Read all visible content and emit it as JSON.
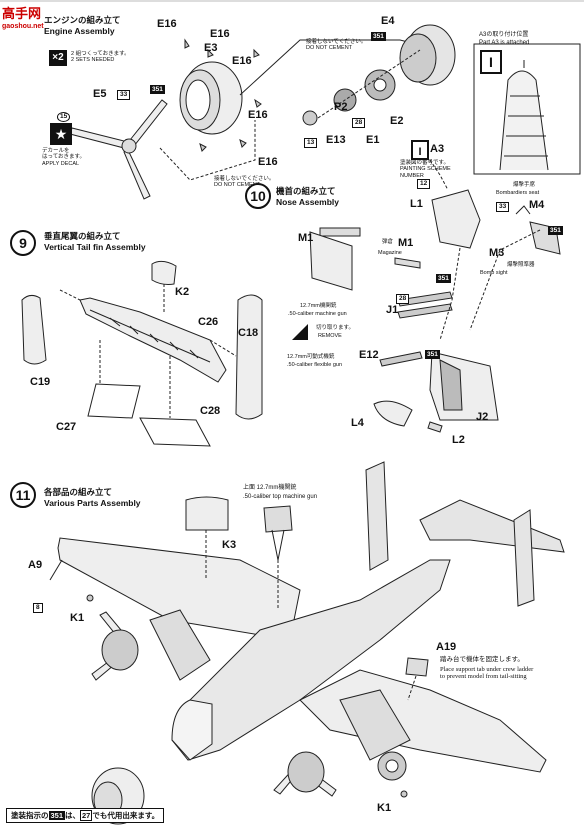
{
  "watermark": {
    "text": "高手网",
    "url": "gaoshou.net"
  },
  "step_engine": {
    "title_jp": "エンジンの組み立て",
    "title_en": "Engine Assembly"
  },
  "step9": {
    "number": "9",
    "title_jp": "垂直尾翼の組み立て",
    "title_en": "Vertical Tail fin Assembly"
  },
  "step10": {
    "number": "10",
    "title_jp": "機首の組み立て",
    "title_en": "Nose Assembly"
  },
  "step11": {
    "number": "11",
    "title_jp": "各部品の組み立て",
    "title_en": "Various Parts Assembly"
  },
  "x2": {
    "badge": "×2",
    "text": "2 組つくっておきます。\n2 SETS NEEDED"
  },
  "decal": {
    "text": "デカールを\nはっておきます。\nAPPLY DECAL",
    "number": "15"
  },
  "no_cement_top": "接着しないでください。\nDO NOT CEMENT",
  "no_cement_mid": "接着しないでください。\nDO NOT CEMENT",
  "painting_scheme": "塗装図の番号です。\nPAINTING SCHEME\nNUMBER",
  "a3_box": {
    "jp": "A3の取り付け位置",
    "en": "Part A3 is attached"
  },
  "bombardier_seat": {
    "jp": "爆撃手席",
    "en": "Bombardiers seat"
  },
  "bomb_sight": {
    "jp": "爆撃照準器",
    "en": "Bomb sight"
  },
  "magazine": {
    "jp": "弾倉",
    "en": "Magazine"
  },
  "mg_1": {
    "jp": "12.7mm機関銃",
    "en": ".50-caliber machine gun"
  },
  "remove": {
    "jp": "切り取ります。",
    "en": "REMOVE"
  },
  "flex_gun": {
    "jp": "12.7mm可動式機銃",
    "en": ".50-caliber flexible gun"
  },
  "top_gun": {
    "jp": "上面 12.7mm機関銃",
    "en": ".50-caliber top machine gun"
  },
  "a19_note": {
    "jp": "踏み台で機体を固定します。",
    "en": "Place support tab under crew ladder\nto prevent model from tail-sitting"
  },
  "footer": {
    "jp_pre": "塗装指示の",
    "n1": "351",
    "mid": "は、",
    "n2": "27",
    "post": "でも代用出来ます。"
  },
  "parts": {
    "E16a": "E16",
    "E16b": "E16",
    "E16c": "E16",
    "E16d": "E16",
    "E16e": "E16",
    "E3": "E3",
    "E4": "E4",
    "E5": "E5",
    "P2": "P2",
    "E2": "E2",
    "E13": "E13",
    "E1": "E1",
    "A3": "A3",
    "L1": "L1",
    "M4": "M4",
    "M3": "M3",
    "M1a": "M1",
    "M1b": "M1",
    "J1": "J1",
    "J2": "J2",
    "E12": "E12",
    "L4": "L4",
    "L2": "L2",
    "K2": "K2",
    "C26": "C26",
    "C18": "C18",
    "C19": "C19",
    "C27": "C27",
    "C28": "C28",
    "K3": "K3",
    "A9": "A9",
    "K1a": "K1",
    "K1b": "K1",
    "A19": "A19"
  },
  "paint_codes": {
    "c351a": "351",
    "c351b": "351",
    "c33a": "33",
    "c28a": "28",
    "c13": "13",
    "c12": "12",
    "c33b": "33",
    "c351c": "351",
    "c351d": "351",
    "c28b": "28",
    "c351e": "351",
    "c8": "8"
  },
  "roman_I": "I"
}
